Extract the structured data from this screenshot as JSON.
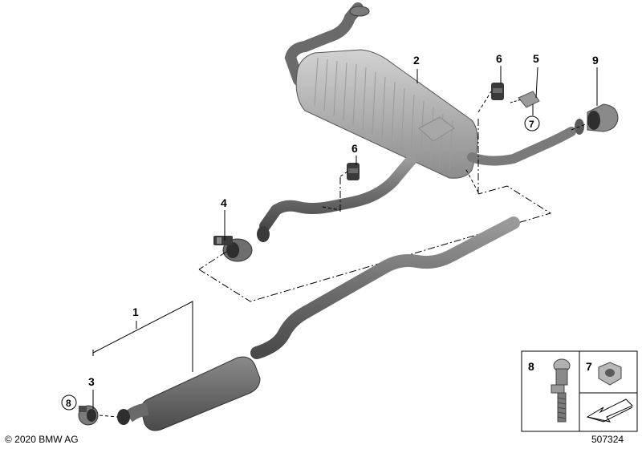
{
  "callouts": {
    "c1": "1",
    "c2": "2",
    "c3": "3",
    "c4": "4",
    "c5": "5",
    "c6a": "6",
    "c6b": "6",
    "c7": "7",
    "c8": "8",
    "c9": "9"
  },
  "legend": {
    "item_8": "8",
    "item_7": "7"
  },
  "footer": {
    "copyright": "© 2020 BMW AG",
    "diagram_id": "507324"
  },
  "colors": {
    "pipe": "#8a8a8a",
    "pipe_dark": "#5e5e5e",
    "muffler": "#b8b8b8",
    "line": "#000000"
  }
}
